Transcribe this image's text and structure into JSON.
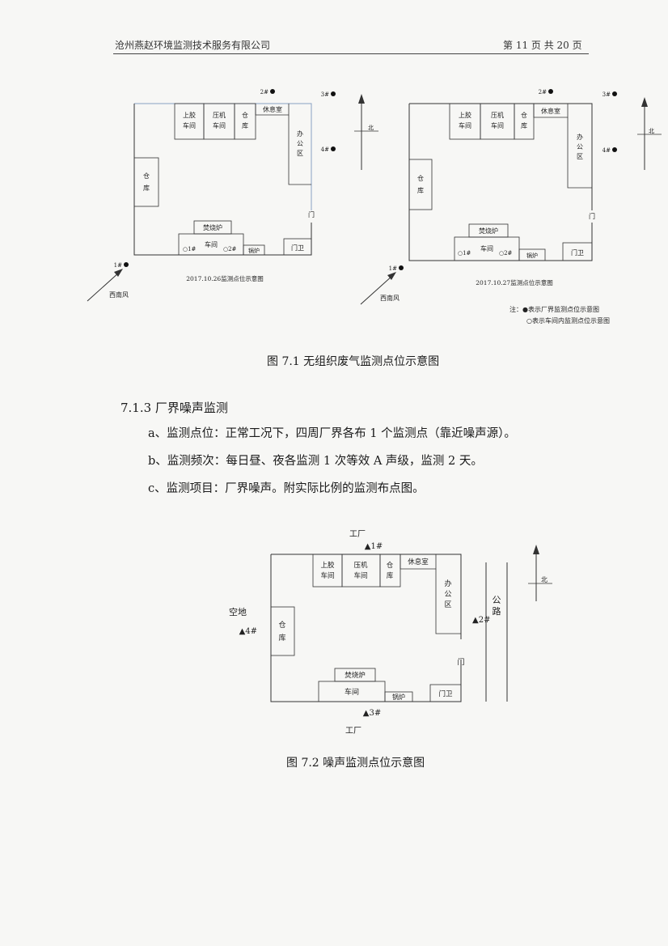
{
  "header": {
    "company": "沧州燕赵环境监测技术服务有限公司",
    "page_info": "第 11 页 共 20 页"
  },
  "fig71": {
    "left": {
      "rooms": {
        "shangjiao": [
          "上胶",
          "车间"
        ],
        "yaji": [
          "压机",
          "车间"
        ],
        "cang": [
          "仓",
          "库"
        ],
        "xiuxi": "休息室",
        "bangong": [
          "办",
          "公",
          "区"
        ],
        "canglib": [
          "仓",
          "库"
        ],
        "fenshao": "焚烧炉",
        "chejian": "车间",
        "guolu": "锅炉",
        "menwei": "门卫",
        "men": "门"
      },
      "points": {
        "p1": "1#",
        "p2": "2#",
        "p3": "3#",
        "p4": "4#",
        "in1": "○1#",
        "in2": "○2#"
      },
      "north": "北",
      "wind": "西南风",
      "date_caption": "2017.10.26监测点位示意图"
    },
    "right": {
      "rooms": {
        "shangjiao": [
          "上胶",
          "车间"
        ],
        "yaji": [
          "压机",
          "车间"
        ],
        "cang": [
          "仓",
          "库"
        ],
        "xiuxi": "休息室",
        "bangong": [
          "办",
          "公",
          "区"
        ],
        "canglib": [
          "仓",
          "库"
        ],
        "fenshao": "焚烧炉",
        "chejian": "车间",
        "guolu": "锅炉",
        "menwei": "门卫",
        "men": "门"
      },
      "points": {
        "p1": "1#",
        "p2": "2#",
        "p3": "3#",
        "p4": "4#",
        "in1": "○1#",
        "in2": "○2#"
      },
      "north": "北",
      "wind": "西南风",
      "date_caption": "2017.10.27监测点位示意图"
    },
    "legend": {
      "line1": "注：●表示厂界监测点位示意图",
      "line2": "○表示车间内监测点位示意图"
    },
    "caption": "图 7.1    无组织废气监测点位示意图"
  },
  "section": {
    "title": "7.1.3 厂界噪声监测",
    "item_a": "a、监测点位：正常工况下，四周厂界各布 1 个监测点（靠近噪声源）。",
    "item_b": "b、监测频次：每日昼、夜各监测 1 次等效 A 声级，监测 2 天。",
    "item_c": "c、监测项目：厂界噪声。附实际比例的监测布点图。"
  },
  "fig72": {
    "rooms": {
      "shangjiao": [
        "上胶",
        "车间"
      ],
      "yaji": [
        "压机",
        "车间"
      ],
      "cang": [
        "仓",
        "库"
      ],
      "xiuxi": "休息室",
      "bangong": [
        "办",
        "公",
        "区"
      ],
      "canglib": [
        "仓",
        "库"
      ],
      "fenshao": "焚烧炉",
      "chejian": "车间",
      "guolu": "锅炉",
      "menwei": "门卫",
      "men": "门"
    },
    "points": {
      "p1": "▲1#",
      "p2": "▲2#",
      "p3": "▲3#",
      "p4": "▲4#"
    },
    "surroundings": {
      "top": "工厂",
      "bottom": "工厂",
      "left": "空地",
      "road": [
        "公",
        "路"
      ]
    },
    "north": "北",
    "caption": "图 7.2    噪声监测点位示意图"
  },
  "colors": {
    "wall_blue": "#8aa2c4",
    "wall_green": "#8fb08a",
    "line": "#333333"
  }
}
